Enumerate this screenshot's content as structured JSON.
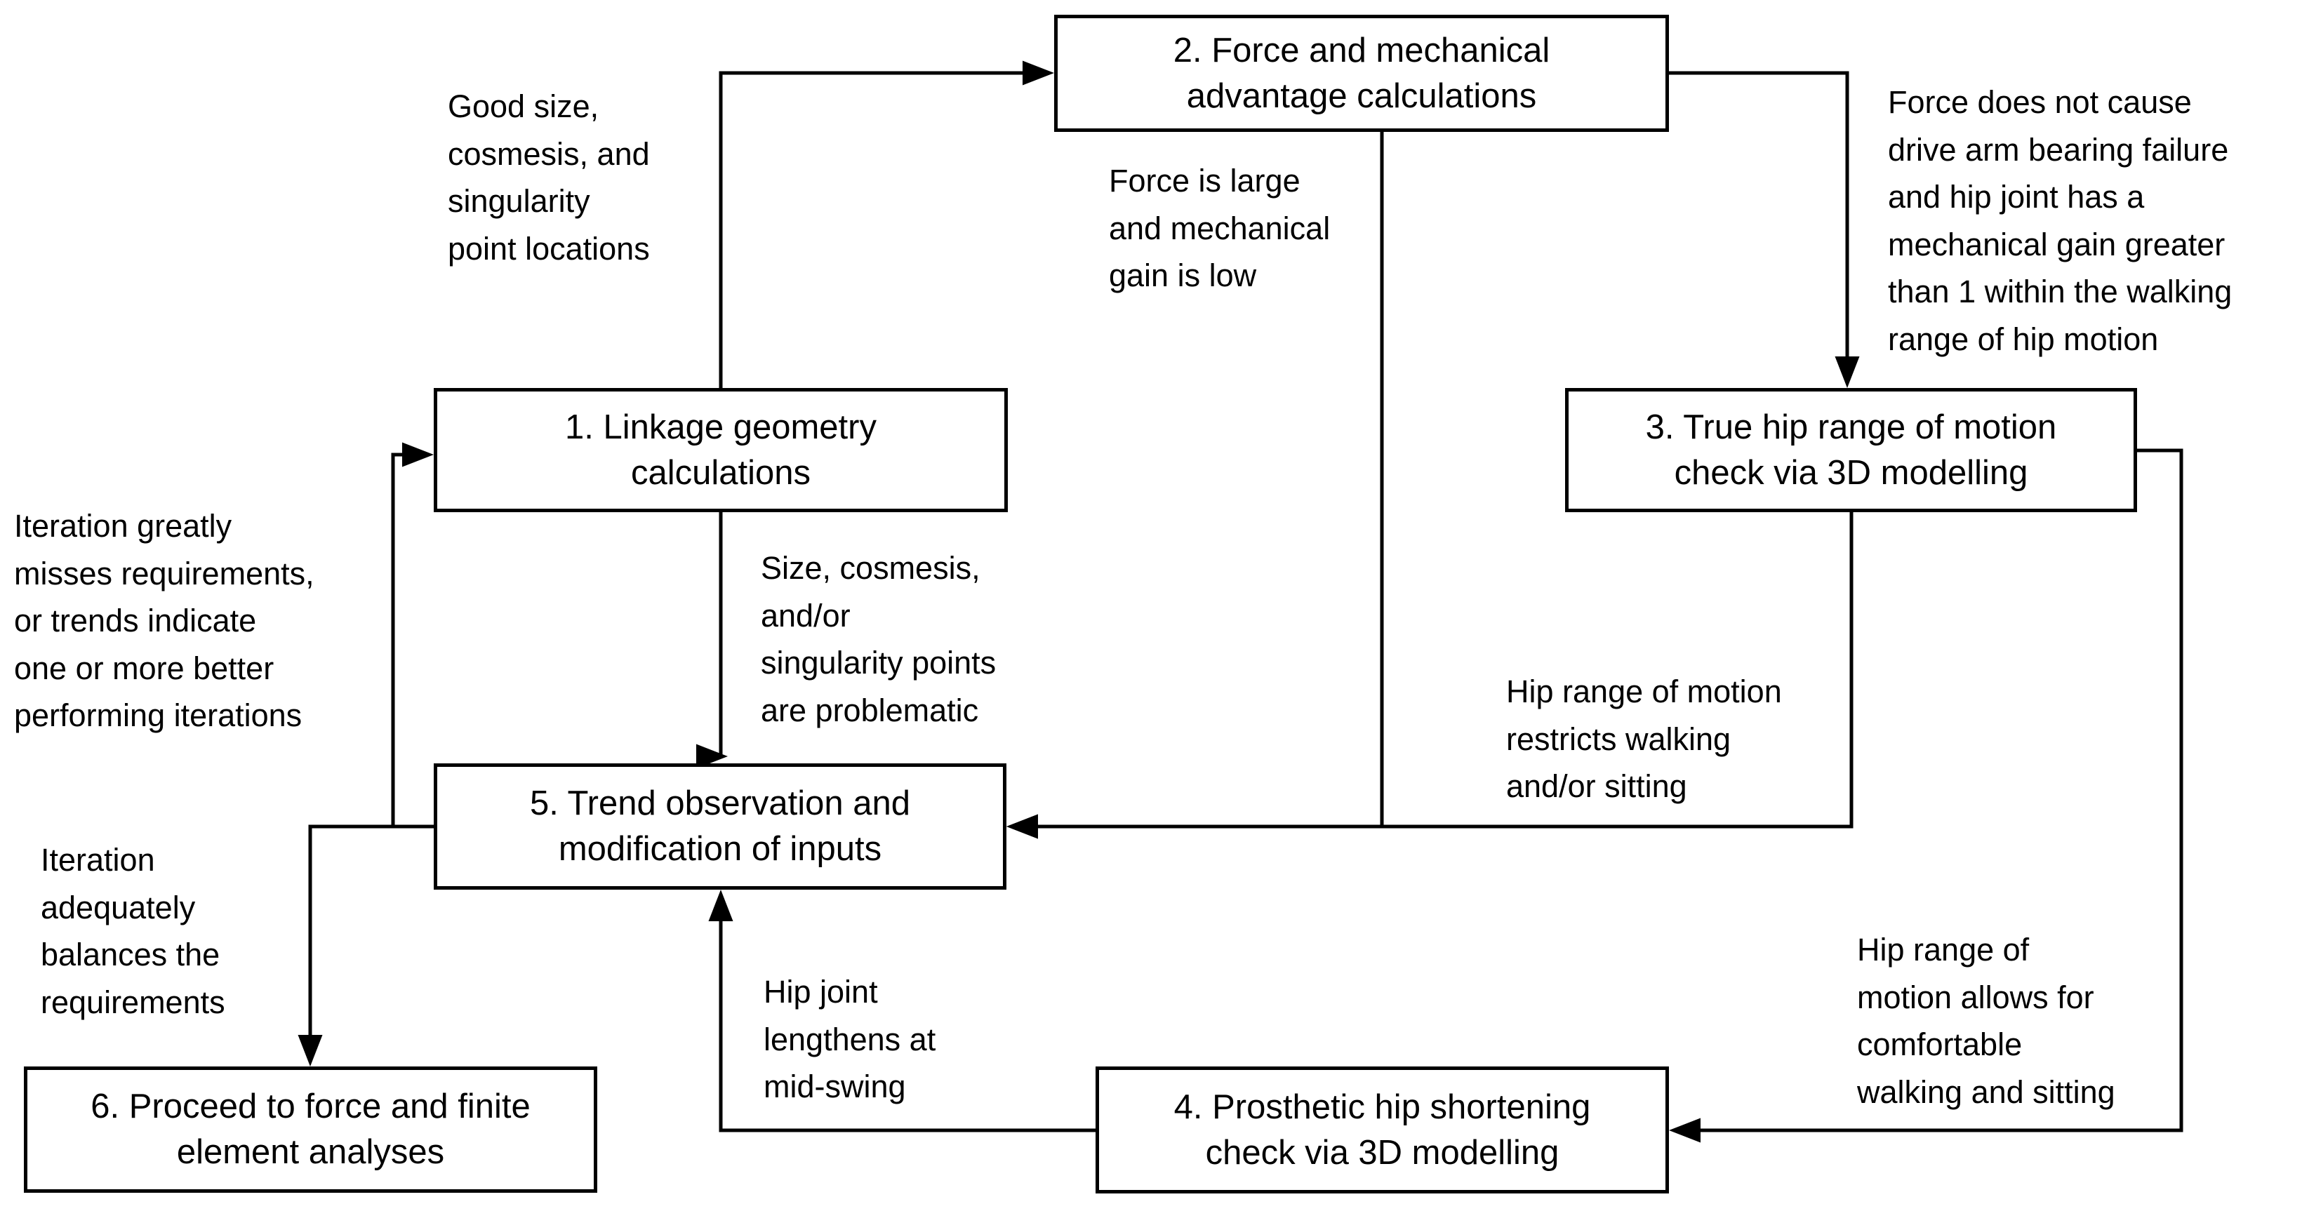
{
  "diagram": {
    "type": "flowchart",
    "colors": {
      "background": "#ffffff",
      "box_fill": "#ffffff",
      "box_border": "#000000",
      "line": "#000000",
      "text": "#000000"
    }
  },
  "nodes": [
    {
      "id": 1,
      "label": "1. Linkage geometry\ncalculations"
    },
    {
      "id": 2,
      "label": "2. Force and mechanical\nadvantage calculations"
    },
    {
      "id": 3,
      "label": "3. True hip range of motion\ncheck via 3D modelling"
    },
    {
      "id": 4,
      "label": "4. Prosthetic hip shortening\ncheck via 3D modelling"
    },
    {
      "id": 5,
      "label": "5. Trend observation and\nmodification of inputs"
    },
    {
      "id": 6,
      "label": "6. Proceed to force and finite\nelement analyses"
    }
  ],
  "edge_labels": [
    {
      "from": 1,
      "to": 2,
      "text": "Good size,\ncosmesis, and\nsingularity\npoint locations"
    },
    {
      "from": 2,
      "to": 5,
      "text": "Force is large\nand mechanical\ngain is low"
    },
    {
      "from": 2,
      "to": 3,
      "text": "Force does not cause\ndrive arm bearing failure\nand hip joint has a\nmechanical gain greater\nthan 1 within the walking\nrange of hip motion"
    },
    {
      "from": 5,
      "to": 1,
      "text": "Iteration greatly\nmisses requirements,\nor trends indicate\none or more better\nperforming iterations"
    },
    {
      "from": 1,
      "to": 5,
      "text": "Size, cosmesis,\nand/or\nsingularity points\nare problematic"
    },
    {
      "from": 3,
      "to": 5,
      "text": "Hip range of motion\nrestricts walking\nand/or sitting"
    },
    {
      "from": 5,
      "to": 6,
      "text": "Iteration\nadequately\nbalances the\nrequirements"
    },
    {
      "from": 4,
      "to": 5,
      "text": "Hip joint\nlengthens at\nmid-swing"
    },
    {
      "from": 3,
      "to": 4,
      "text": "Hip range of\nmotion allows for\ncomfortable\nwalking and sitting"
    }
  ]
}
